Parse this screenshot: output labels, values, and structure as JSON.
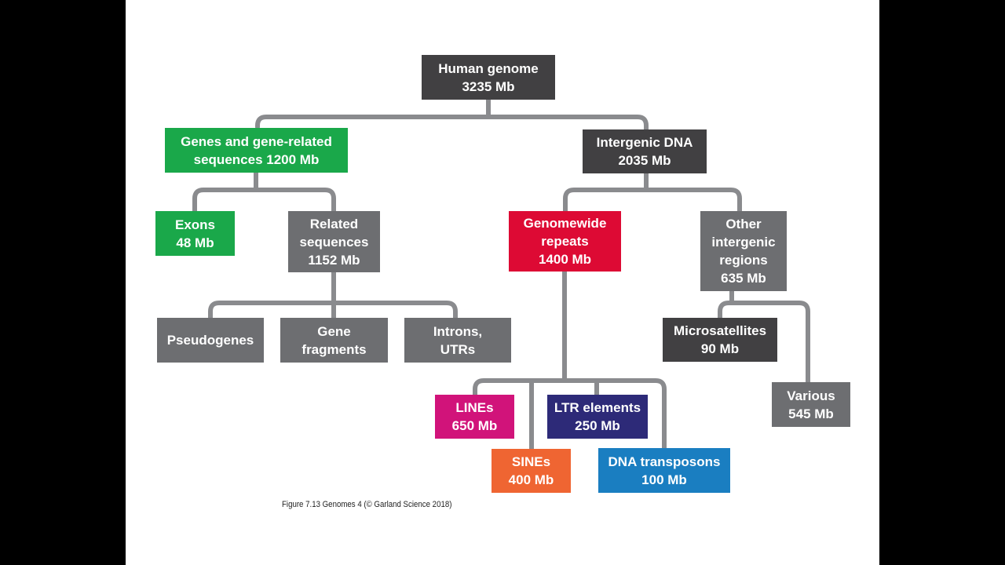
{
  "colors": {
    "dark": "#414042",
    "gray": "#6d6e71",
    "green": "#1aa84a",
    "red": "#dd0a34",
    "magenta": "#d1137a",
    "navy": "#2d2a78",
    "orange": "#ef6532",
    "blue": "#1a7ec1",
    "connector": "#8a8b8e"
  },
  "nodes": {
    "human_genome": {
      "lines": [
        "Human genome",
        "3235 Mb"
      ],
      "color": "dark"
    },
    "genes": {
      "lines": [
        "Genes and gene-related",
        "sequences 1200 Mb"
      ],
      "color": "green"
    },
    "intergenic": {
      "lines": [
        "Intergenic DNA",
        "2035 Mb"
      ],
      "color": "dark"
    },
    "exons": {
      "lines": [
        "Exons",
        "48 Mb"
      ],
      "color": "green"
    },
    "related": {
      "lines": [
        "Related",
        "sequences",
        "1152 Mb"
      ],
      "color": "gray"
    },
    "repeats": {
      "lines": [
        "Genomewide",
        "repeats",
        "1400 Mb"
      ],
      "color": "red"
    },
    "other": {
      "lines": [
        "Other",
        "intergenic",
        "regions",
        "635 Mb"
      ],
      "color": "gray"
    },
    "pseudogenes": {
      "lines": [
        "Pseudogenes"
      ],
      "color": "gray"
    },
    "fragments": {
      "lines": [
        "Gene",
        "fragments"
      ],
      "color": "gray"
    },
    "introns": {
      "lines": [
        "Introns,",
        "UTRs"
      ],
      "color": "gray"
    },
    "microsatellites": {
      "lines": [
        "Microsatellites",
        "90 Mb"
      ],
      "color": "dark"
    },
    "various": {
      "lines": [
        "Various",
        "545 Mb"
      ],
      "color": "gray"
    },
    "lines_el": {
      "lines": [
        "LINEs",
        "650 Mb"
      ],
      "color": "magenta"
    },
    "ltr": {
      "lines": [
        "LTR elements",
        "250 Mb"
      ],
      "color": "navy"
    },
    "sines": {
      "lines": [
        "SINEs",
        "400 Mb"
      ],
      "color": "orange"
    },
    "dna_transposons": {
      "lines": [
        "DNA transposons",
        "100 Mb"
      ],
      "color": "blue"
    }
  },
  "caption": "Figure 7.13   Genomes 4 (© Garland Science 2018)"
}
